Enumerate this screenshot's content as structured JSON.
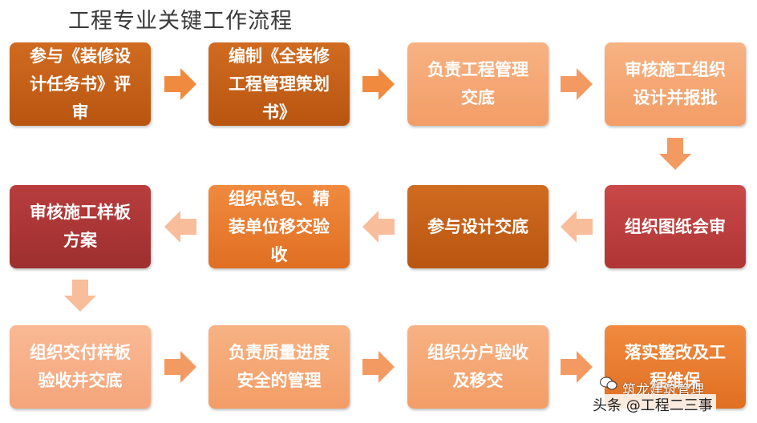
{
  "title": "工程专业关键工作流程",
  "colors": {
    "dark_orange": "#b8561a",
    "orange": "#e8782f",
    "light_orange": "#f39a62",
    "pale_orange": "#f7ae84",
    "red": "#bb3f3f",
    "arrow_orange": "#f08a3e",
    "arrow_pale": "#f8bd9a"
  },
  "steps": [
    {
      "id": 1,
      "text": "参与《装修设计任务书》评审"
    },
    {
      "id": 2,
      "text": "编制《全装修工程管理策划书》"
    },
    {
      "id": 3,
      "text": "负责工程管理交底"
    },
    {
      "id": 4,
      "text": "审核施工组织设计并报批"
    },
    {
      "id": 5,
      "text": "组织图纸会审"
    },
    {
      "id": 6,
      "text": "参与设计交底"
    },
    {
      "id": 7,
      "text": "组织总包、精装单位移交验收"
    },
    {
      "id": 8,
      "text": "审核施工样板方案"
    },
    {
      "id": 9,
      "text": "组织交付样板验收并交底"
    },
    {
      "id": 10,
      "text": "负责质量进度安全的管理"
    },
    {
      "id": 11,
      "text": "组织分户验收及移交"
    },
    {
      "id": 12,
      "text": "落实整改及工程维保"
    }
  ],
  "box_lines": {
    "s1": [
      "参与《装修设",
      "计任务书》评",
      "审"
    ],
    "s2": [
      "编制《全装修",
      "工程管理策划",
      "书》"
    ],
    "s3": [
      "负责工程管理",
      "交底"
    ],
    "s4": [
      "审核施工组织",
      "设计并报批"
    ],
    "s5": [
      "组织图纸会审"
    ],
    "s6": [
      "参与设计交底"
    ],
    "s7": [
      "组织总包、精",
      "装单位移交验",
      "收"
    ],
    "s8": [
      "审核施工样板",
      "方案"
    ],
    "s9": [
      "组织交付样板",
      "验收并交底"
    ],
    "s10": [
      "负责质量进度",
      "安全的管理"
    ],
    "s11": [
      "组织分户验收",
      "及移交"
    ],
    "s12": [
      "落实整改及工",
      "程维保"
    ]
  },
  "watermark": {
    "line1": "筑龙建筑管理",
    "line2": "头条 @工程二三事"
  },
  "icons": {
    "arrow": "arrow-icon",
    "wechat": "wechat-icon"
  }
}
